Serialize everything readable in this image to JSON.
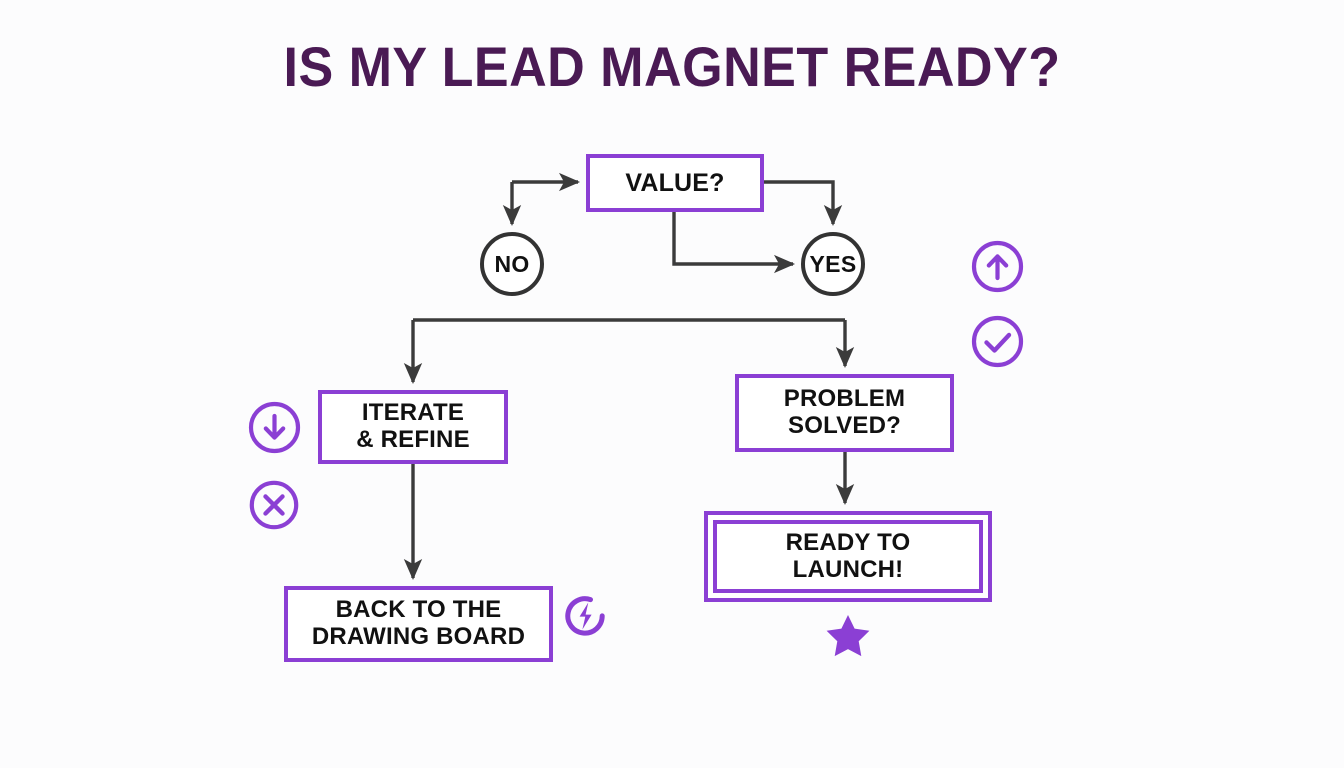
{
  "page": {
    "title": "IS MY LEAD MAGNET READY?",
    "background_color": "#fcfcfd",
    "title_color": "#4a1a54",
    "accent_color": "#8b3fd4",
    "connector_color": "#3b3b3b",
    "node_text_color": "#111111"
  },
  "chart_data": {
    "type": "diagram",
    "subtype": "flowchart",
    "title": "IS MY LEAD MAGNET READY?",
    "nodes": [
      {
        "id": "value",
        "label": "VALUE?",
        "shape": "rect",
        "style": "purple-outline"
      },
      {
        "id": "no",
        "label": "NO",
        "shape": "circle",
        "style": "dark-outline"
      },
      {
        "id": "yes",
        "label": "YES",
        "shape": "circle",
        "style": "dark-outline"
      },
      {
        "id": "iterate",
        "label": "ITERATE\n& REFINE",
        "shape": "rect",
        "style": "purple-outline"
      },
      {
        "id": "problem",
        "label": "PROBLEM\nSOLVED?",
        "shape": "rect",
        "style": "purple-outline"
      },
      {
        "id": "back",
        "label": "BACK TO THE\nDRAWING BOARD",
        "shape": "rect",
        "style": "purple-outline"
      },
      {
        "id": "launch",
        "label": "READY TO\nLAUNCH!",
        "shape": "rect-double",
        "style": "purple-double-outline"
      }
    ],
    "edges": [
      {
        "from": "entry",
        "to": "value",
        "label": ""
      },
      {
        "from": "entry",
        "to": "no",
        "label": ""
      },
      {
        "from": "value",
        "to": "yes",
        "label": ""
      },
      {
        "from": "value",
        "to": "yes",
        "label": ""
      },
      {
        "from": "branch",
        "to": "iterate",
        "label": ""
      },
      {
        "from": "branch",
        "to": "problem",
        "label": ""
      },
      {
        "from": "iterate",
        "to": "back",
        "label": ""
      },
      {
        "from": "problem",
        "to": "launch",
        "label": ""
      }
    ]
  },
  "nodes": {
    "value": {
      "label": "VALUE?"
    },
    "no": {
      "label": "NO"
    },
    "yes": {
      "label": "YES"
    },
    "iterate": {
      "label": "ITERATE\n& REFINE"
    },
    "problem": {
      "label": "PROBLEM\nSOLVED?"
    },
    "back": {
      "label": "BACK TO THE\nDRAWING BOARD"
    },
    "launch": {
      "label": "READY TO\nLAUNCH!"
    }
  },
  "icons": [
    {
      "name": "arrow-up-circle-icon",
      "color": "#8b3fd4"
    },
    {
      "name": "check-circle-icon",
      "color": "#8b3fd4"
    },
    {
      "name": "arrow-down-circle-icon",
      "color": "#8b3fd4"
    },
    {
      "name": "x-circle-icon",
      "color": "#8b3fd4"
    },
    {
      "name": "lightning-bolt-circle-icon",
      "color": "#8b3fd4"
    },
    {
      "name": "star-icon",
      "color": "#8b3fd4"
    }
  ]
}
